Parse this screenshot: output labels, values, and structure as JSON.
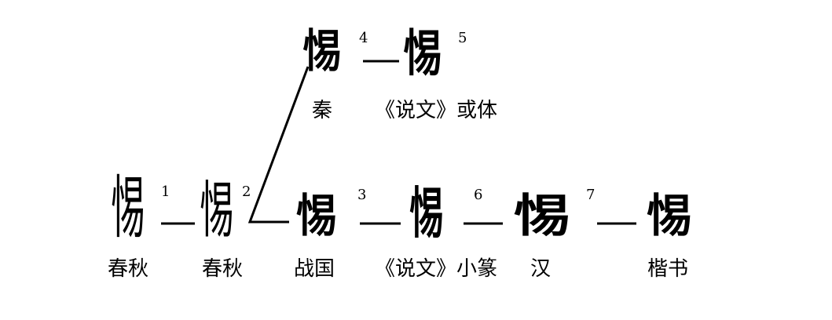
{
  "top": [
    {
      "glyph": "惕",
      "num": "4",
      "label": "秦"
    },
    {
      "glyph": "惕",
      "num": "5",
      "label": "《说文》或体"
    }
  ],
  "bottom": [
    {
      "glyph": "惕",
      "num": "1",
      "label": "春秋"
    },
    {
      "glyph": "惕",
      "num": "2",
      "label": "春秋"
    },
    {
      "glyph": "惕",
      "num": "3",
      "label": "战国"
    },
    {
      "glyph": "惕",
      "num": "6",
      "label": "《说文》小篆"
    },
    {
      "glyph": "惕",
      "num": "7",
      "label": "汉"
    },
    {
      "glyph": "惕",
      "label": "楷书"
    }
  ]
}
